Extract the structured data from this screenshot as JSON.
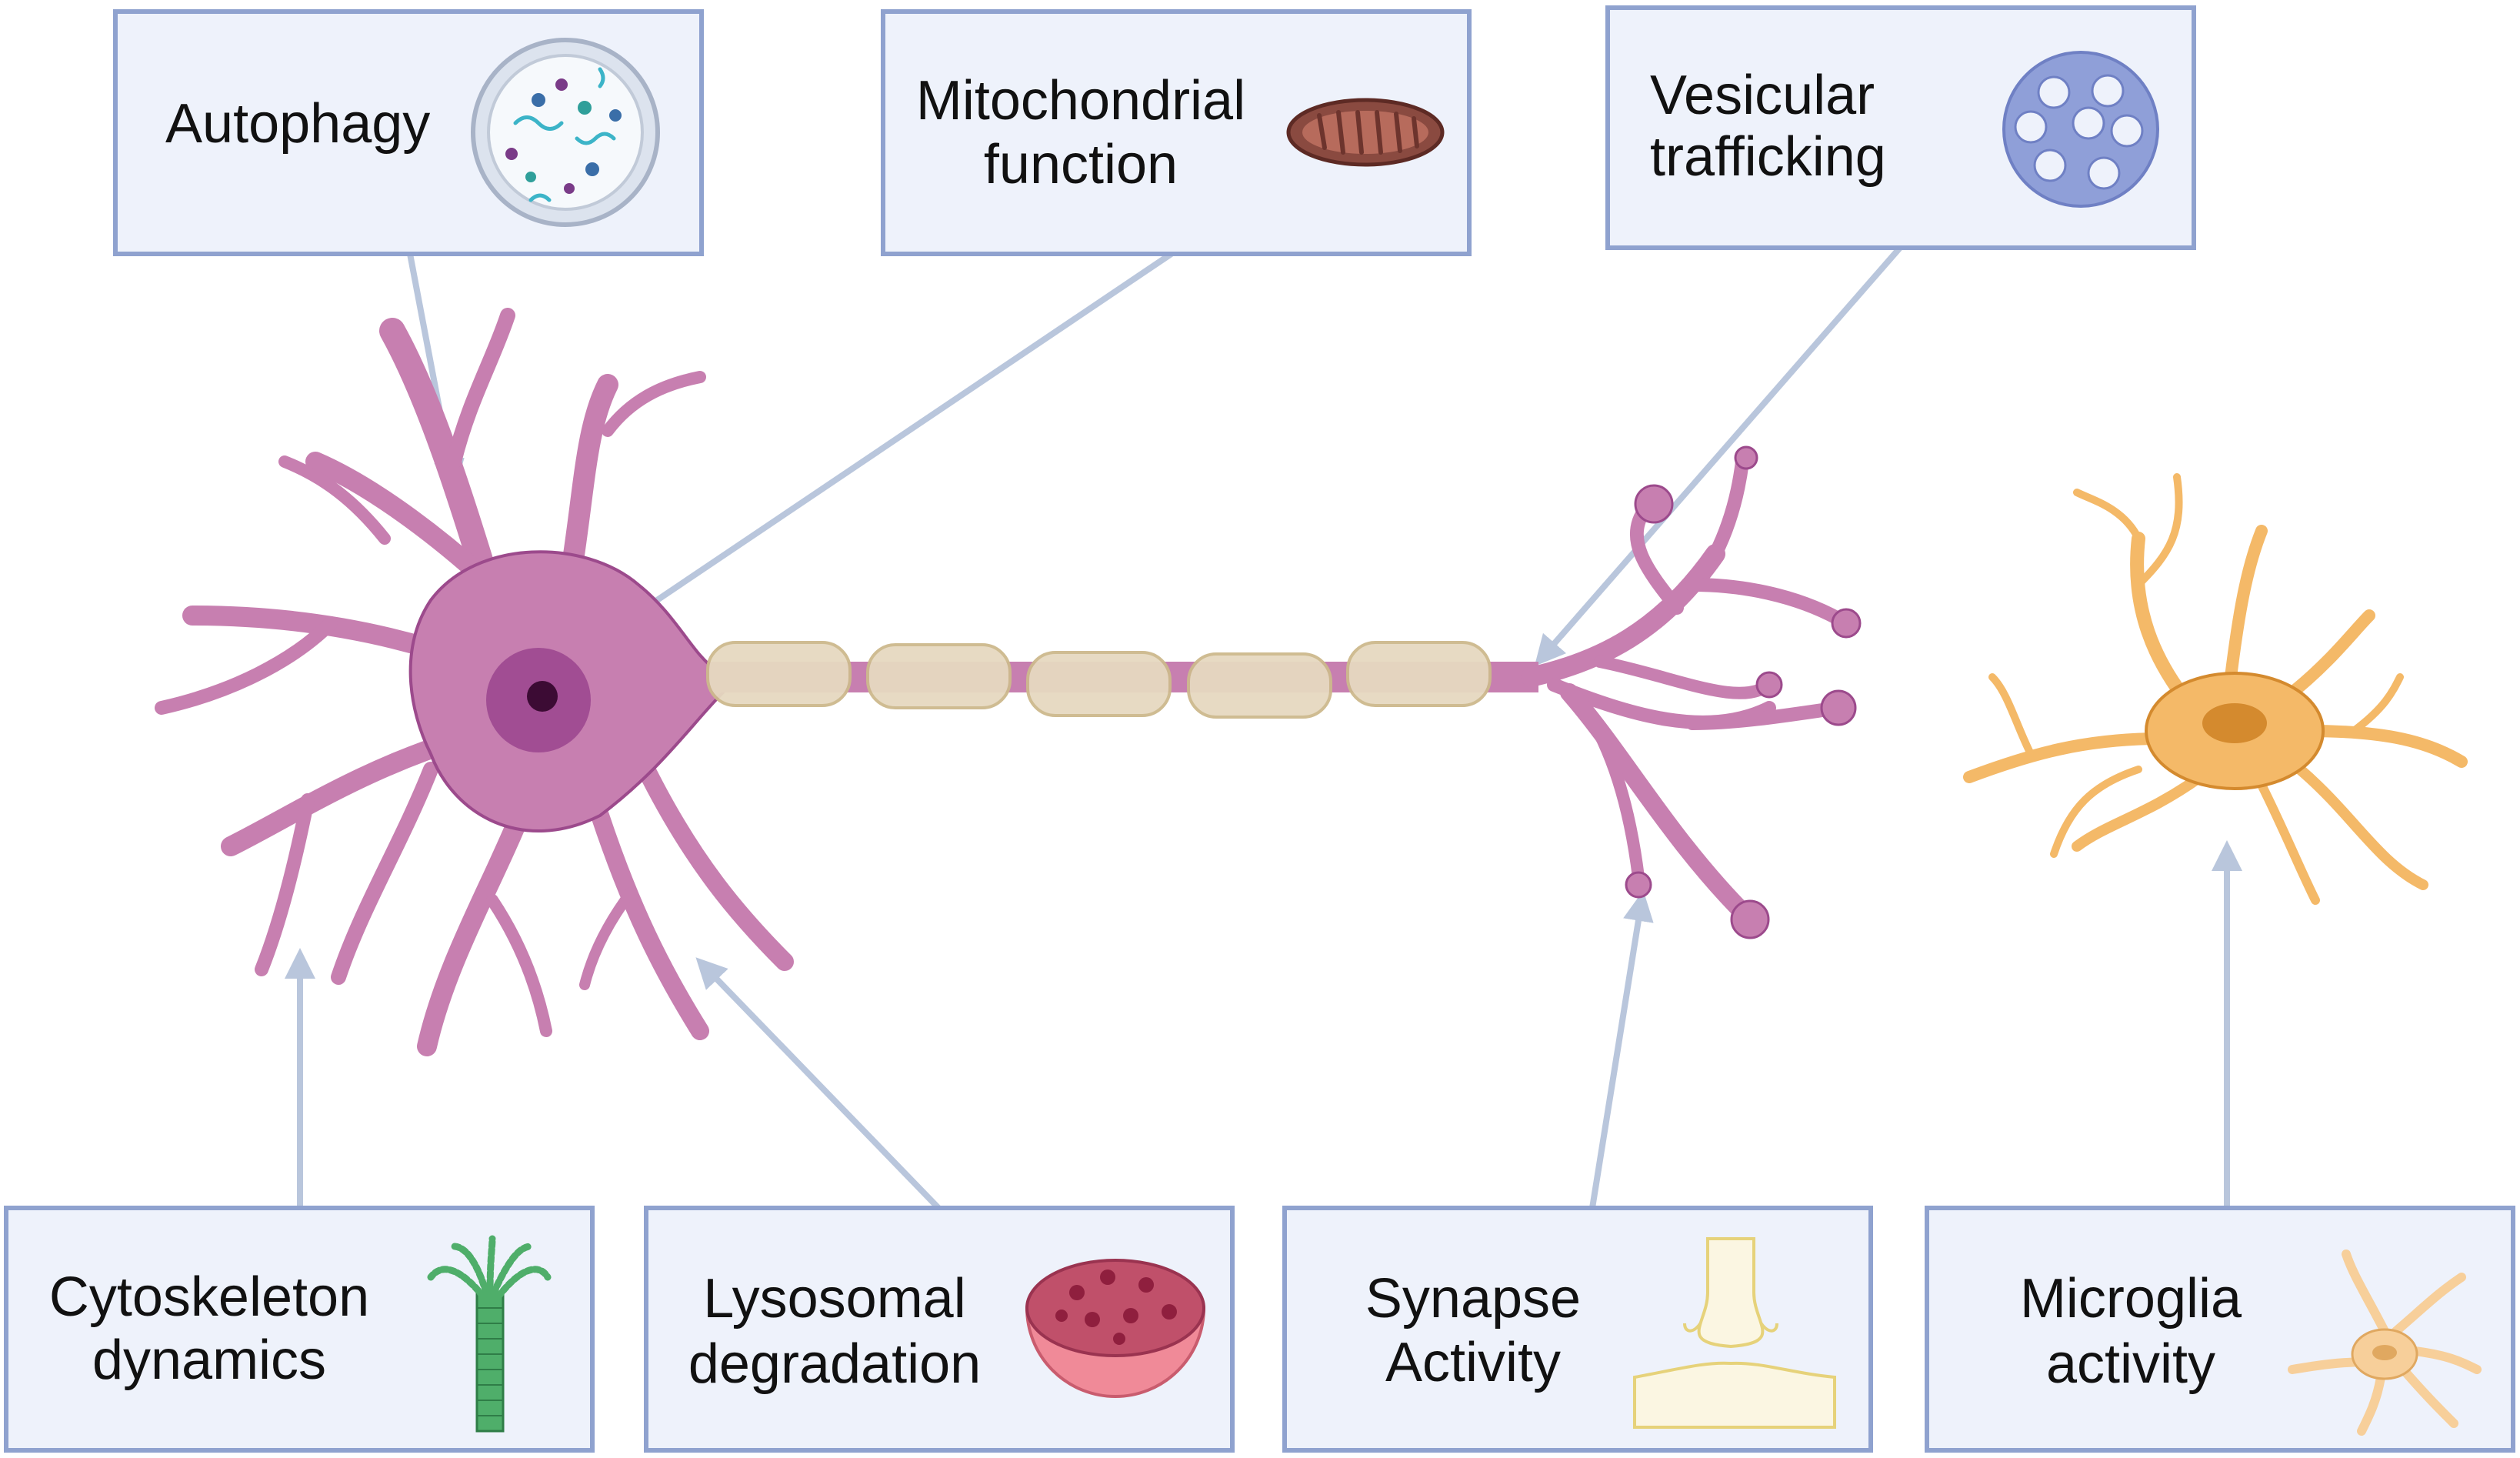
{
  "labels": {
    "autophagy": "Autophagy",
    "mito_line1": "Mitochondrial",
    "mito_line2": "function",
    "vesicular_line1": "Vesicular",
    "vesicular_line2": "trafficking",
    "cyto_line1": "Cytoskeleton",
    "cyto_line2": "dynamics",
    "lyso_line1": "Lysosomal",
    "lyso_line2": "degradation",
    "synapse_line1": "Synapse",
    "synapse_line2": "Activity",
    "microglia_line1": "Microglia",
    "microglia_line2": "activity"
  },
  "icons": {
    "autophagy": "petri-dish-icon",
    "mitochondrial": "mitochondrion-icon",
    "vesicular": "vesicle-icon",
    "cytoskeleton": "microtubule-icon",
    "lysosomal": "lysosome-icon",
    "synapse": "synapse-icon",
    "microglia": "microglia-icon"
  },
  "colors": {
    "box_fill": "#eef2fb",
    "box_stroke": "#8fa2cf",
    "arrow": "#b9c6dc",
    "neuron": "#c77fb0",
    "neuron_stroke": "#9c4a8c",
    "myelin": "#e6d9c0",
    "microglia": "#f4b968",
    "microglia_stroke": "#d48a2e"
  }
}
